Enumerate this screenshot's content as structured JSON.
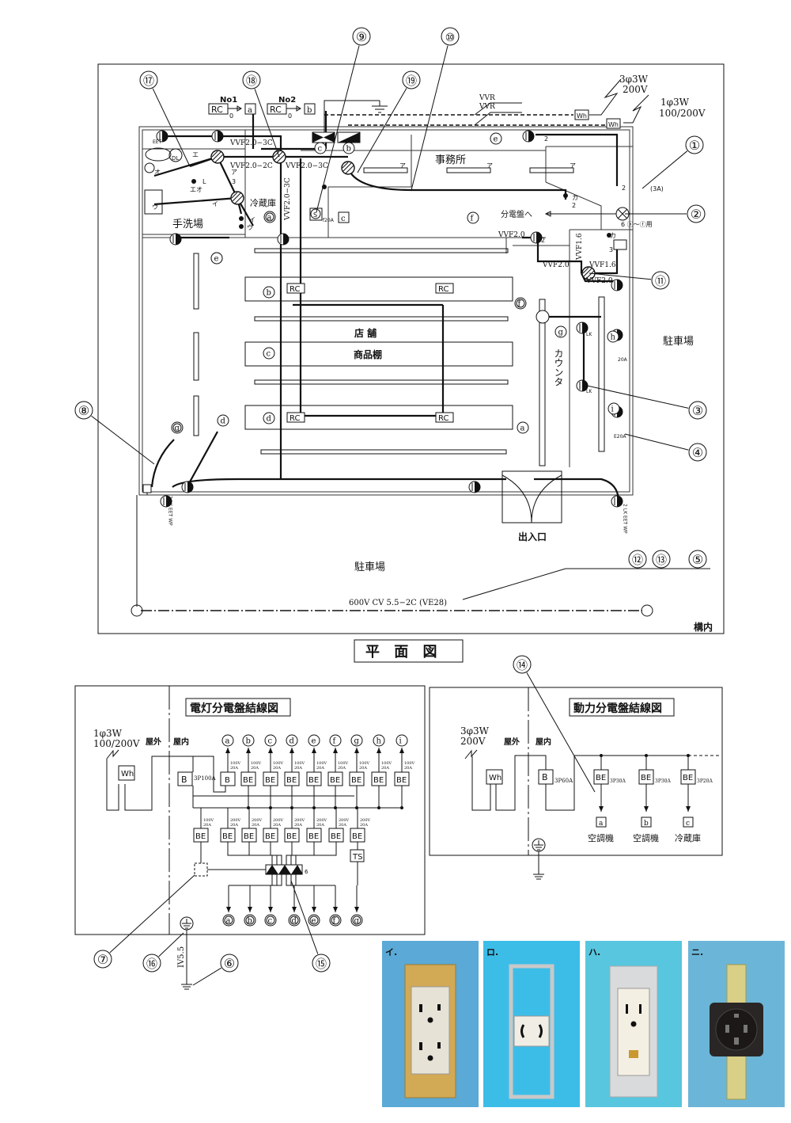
{
  "floor_plan": {
    "title": "平 面 図",
    "rooms": {
      "office": "事務所",
      "cold_storage": "冷蔵庫",
      "washroom": "手洗場",
      "store": "店 舗",
      "shelves": "商品棚",
      "counter": "カウンタ",
      "parking_east": "駐車場",
      "parking_south": "駐車場",
      "entrance": "出入口",
      "premises": "構内"
    },
    "supply": {
      "three_phase": "3φ3W",
      "three_phase_v": "200V",
      "single_phase": "1φ3W",
      "single_phase_v": "100/200V",
      "vvr1": "VVR",
      "vvr2": "VVR",
      "wh1": "Wh",
      "wh2": "Wh"
    },
    "remote": {
      "no1": "No1",
      "no2": "No2",
      "rc": "RC",
      "zero": "0",
      "a": "a",
      "b": "b",
      "c": "c"
    },
    "cables": {
      "top_3c": "VVF2.0−3C",
      "mid_2c": "VVF2.0−2C",
      "mid_3c": "VVF2.0−3C",
      "vert_3c": "VVF2.0−3C",
      "vvf20_a": "VVF2.0",
      "vvf20_b": "VVF2.0",
      "vvf20_c": "VVF2.0",
      "vvf16_a": "VVF1.6",
      "vvf16_b": "VVF1.6",
      "cv": "600V CV 5.5−2C (VE28)"
    },
    "notes": {
      "to_panel": "分電盤へ",
      "panel_note": "6 ⓐ〜ⓕ用",
      "three_a": "(3A)",
      "f20a": "f20A",
      "eet": "EET",
      "e2": "2E",
      "lk": "LK",
      "a20": "20A",
      "e20a": "E20A",
      "outlet_ext": "2 LK EET WP",
      "dl": "DL",
      "s": "S"
    },
    "switch_labels": [
      "エ",
      "オ",
      "エオ",
      "L",
      "イ",
      "イ",
      "ウ",
      "ウ",
      "ア",
      "ア",
      "ア",
      "ア",
      "カ",
      "カ",
      "3",
      "3",
      "2",
      "2",
      "2",
      "2"
    ],
    "circuit_marks": [
      "a",
      "b",
      "c",
      "d",
      "e",
      "f",
      "g",
      "h",
      "i"
    ]
  },
  "callouts": [
    "①",
    "②",
    "③",
    "④",
    "⑤",
    "⑥",
    "⑦",
    "⑧",
    "⑨",
    "⑩",
    "⑪",
    "⑫",
    "⑬",
    "⑭",
    "⑮",
    "⑯",
    "⑰",
    "⑱",
    "⑲"
  ],
  "lighting_panel": {
    "title": "電灯分電盤結線図",
    "supply": "1φ3W",
    "supply_v": "100/200V",
    "outdoor": "屋外",
    "indoor": "屋内",
    "wh": "Wh",
    "main_breaker": "B",
    "main_rating": "3P100A",
    "upper_circuits": [
      {
        "mark": "a",
        "breaker": "B",
        "rating_v": "100V",
        "rating_a": "20A"
      },
      {
        "mark": "b",
        "breaker": "BE",
        "rating_v": "100V",
        "rating_a": "20A"
      },
      {
        "mark": "c",
        "breaker": "BE",
        "rating_v": "100V",
        "rating_a": "20A"
      },
      {
        "mark": "d",
        "breaker": "BE",
        "rating_v": "100V",
        "rating_a": "20A"
      },
      {
        "mark": "e",
        "breaker": "BE",
        "rating_v": "100V",
        "rating_a": "20A"
      },
      {
        "mark": "f",
        "breaker": "BE",
        "rating_v": "100V",
        "rating_a": "20A"
      },
      {
        "mark": "g",
        "breaker": "BE",
        "rating_v": "100V",
        "rating_a": "20A"
      },
      {
        "mark": "h",
        "breaker": "BE",
        "rating_v": "100V",
        "rating_a": "20A"
      },
      {
        "mark": "i",
        "breaker": "BE",
        "rating_v": "100V",
        "rating_a": "20A"
      }
    ],
    "lower_circuits": [
      {
        "breaker": "BE",
        "rating_v": "100V",
        "rating_a": "20A"
      },
      {
        "breaker": "BE",
        "rating_v": "200V",
        "rating_a": "20A",
        "mark": "a"
      },
      {
        "breaker": "BE",
        "rating_v": "200V",
        "rating_a": "20A",
        "mark": "b"
      },
      {
        "breaker": "BE",
        "rating_v": "200V",
        "rating_a": "20A",
        "mark": "c"
      },
      {
        "breaker": "BE",
        "rating_v": "200V",
        "rating_a": "20A",
        "mark": "d"
      },
      {
        "breaker": "BE",
        "rating_v": "200V",
        "rating_a": "20A",
        "mark": "e"
      },
      {
        "breaker": "BE",
        "rating_v": "200V",
        "rating_a": "20A",
        "mark": "f"
      },
      {
        "breaker": "BE",
        "rating_v": "200V",
        "rating_a": "20A",
        "mark": "g"
      }
    ],
    "time_switch": "TS",
    "contactor_count": "6",
    "ground_wire": "IV5.5"
  },
  "power_panel": {
    "title": "動力分電盤結線図",
    "supply": "3φ3W",
    "supply_v": "200V",
    "outdoor": "屋外",
    "indoor": "屋内",
    "wh": "Wh",
    "main_breaker": "B",
    "main_rating": "3P60A",
    "circuits": [
      {
        "breaker": "BE",
        "rating": "3P30A",
        "mark": "a",
        "load": "空調機"
      },
      {
        "breaker": "BE",
        "rating": "3P30A",
        "mark": "b",
        "load": "空調機"
      },
      {
        "breaker": "BE",
        "rating": "3P20A",
        "mark": "c",
        "load": "冷蔵庫"
      }
    ]
  },
  "photos": [
    {
      "label": "イ.",
      "bg": "#5aa9d6",
      "type": "duplex-outlet-grounded"
    },
    {
      "label": "ロ.",
      "bg": "#3cbde8",
      "type": "locking-outlet"
    },
    {
      "label": "ハ.",
      "bg": "#58c6df",
      "type": "outlet-with-terminal"
    },
    {
      "label": "ニ.",
      "bg": "#6bb6d8",
      "type": "three-phase-outlet"
    }
  ]
}
